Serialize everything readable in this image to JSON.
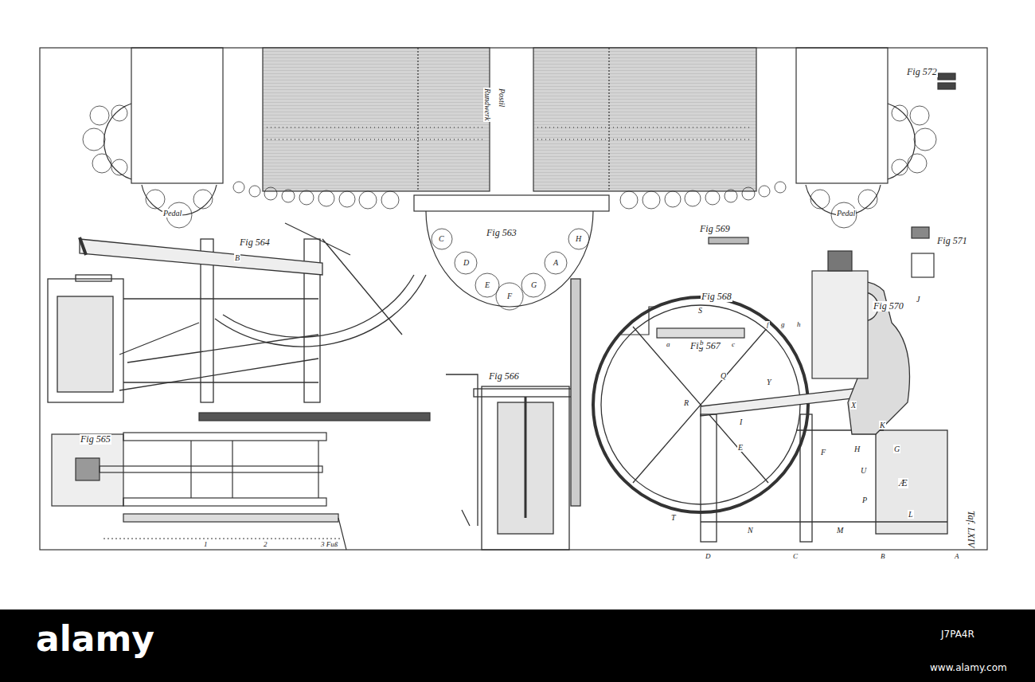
{
  "diagram": {
    "labels": [
      "Fig 564",
      "B",
      "Fig 565",
      "1",
      "2",
      "3 Fuß",
      "Fig 566",
      "Fig 567",
      "S",
      "R",
      "Q",
      "Y",
      "X",
      "I",
      "E",
      "F",
      "H",
      "K",
      "G",
      "U",
      "Æ",
      "L",
      "M",
      "P",
      "N",
      "T",
      "D",
      "C",
      "B",
      "A",
      "Fig 568",
      "a",
      "b",
      "c",
      "f",
      "g",
      "h",
      "Fig 569",
      "Fig 570",
      "J",
      "Fig 571",
      "Fig 572",
      "Fig 563",
      "Pedal",
      "Pedal",
      "Rundwerk",
      "Postil",
      "Taf. LXIV",
      "alamy",
      "www.alamy.com",
      "J7PA4R",
      "C",
      "D",
      "E",
      "F",
      "G",
      "A",
      "H"
    ]
  }
}
